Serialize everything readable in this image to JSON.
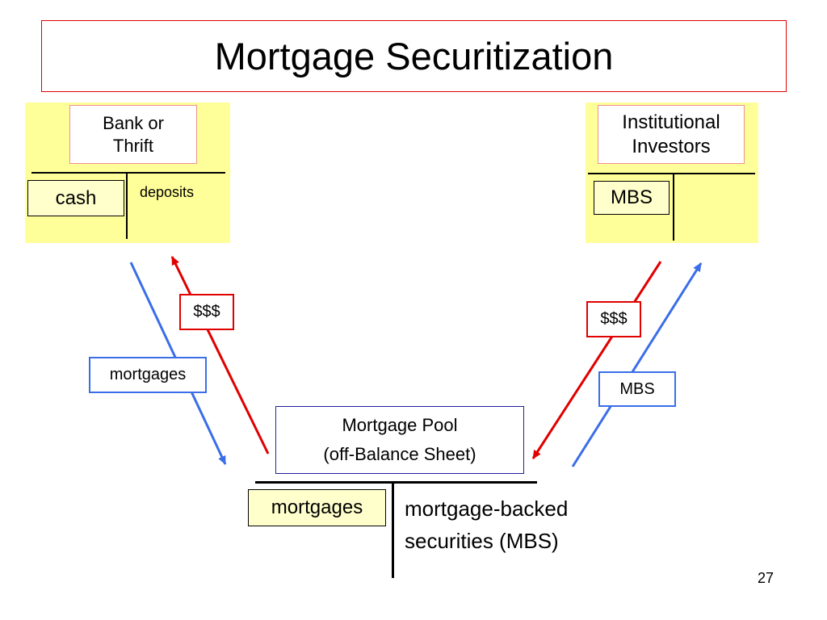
{
  "title": "Mortgage Securitization",
  "bank": {
    "name_line1": "Bank or",
    "name_line2": "Thrift",
    "asset": "cash",
    "liability": "deposits"
  },
  "investors": {
    "name_line1": "Institutional",
    "name_line2": "Investors",
    "asset": "MBS"
  },
  "flows": {
    "left_money": "$$$",
    "left_asset": "mortgages",
    "right_money": "$$$",
    "right_asset": "MBS"
  },
  "pool": {
    "line1": "Mortgage Pool",
    "line2": "(off-Balance Sheet)",
    "asset": "mortgages",
    "liability_line1": "mortgage-backed",
    "liability_line2": "securities (MBS)"
  },
  "page_number": "27",
  "colors": {
    "money_flow": "#e00000",
    "asset_flow": "#3a6ee8",
    "ledger_background": "#ffff99",
    "cell_background": "#ffffcc"
  }
}
